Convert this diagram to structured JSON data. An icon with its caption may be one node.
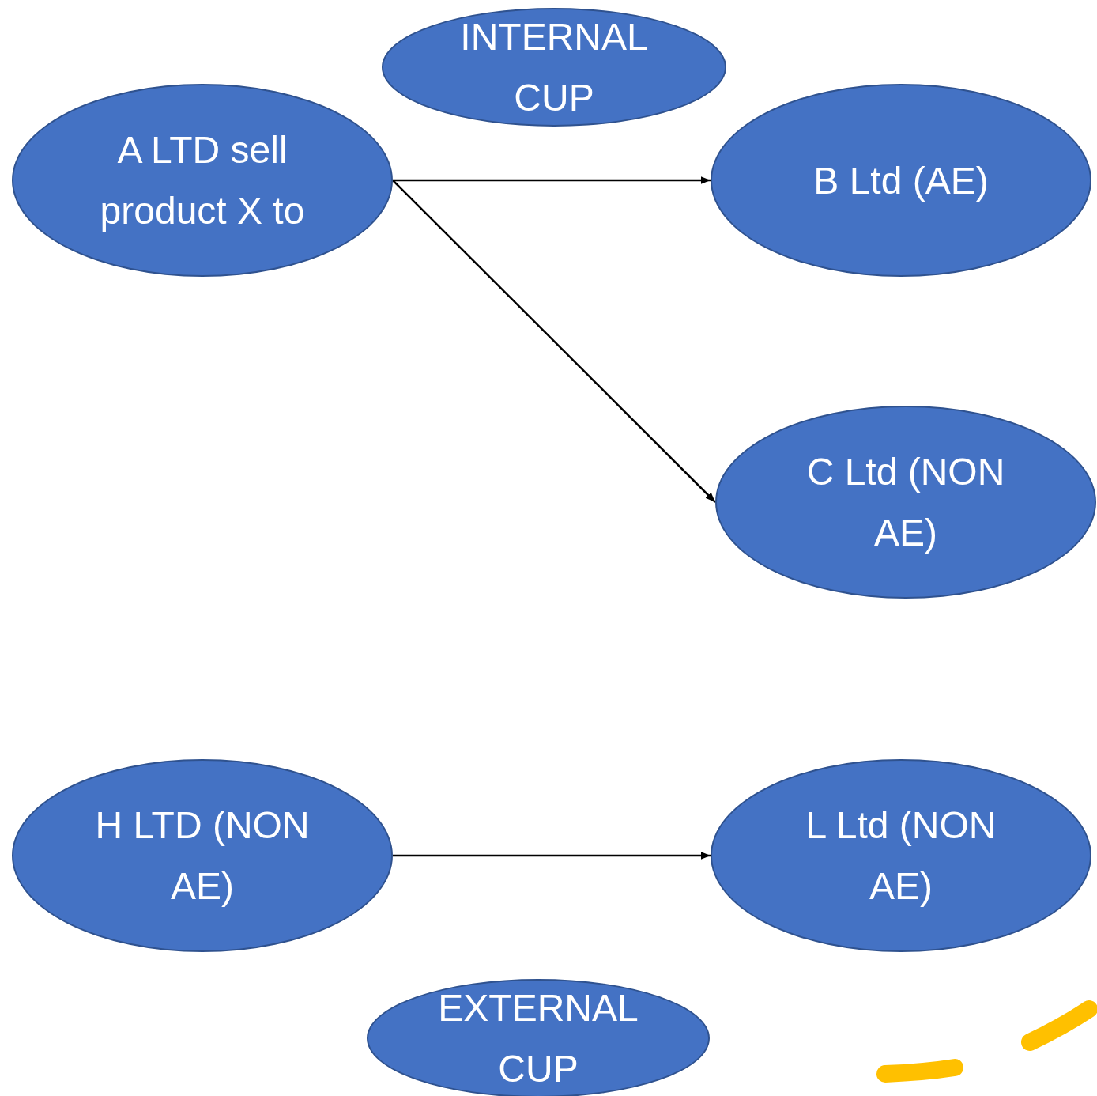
{
  "diagram": {
    "nodes": [
      {
        "text": [
          "INTERNAL CUP"
        ]
      },
      {
        "text": [
          "A LTD sell product X to"
        ]
      },
      {
        "text": [
          "B Ltd (AE)"
        ]
      },
      {
        "text": [
          "C Ltd (NON AE)"
        ]
      },
      {
        "text": [
          "H LTD (NON AE)"
        ]
      },
      {
        "text": [
          "L Ltd (NON AE)"
        ]
      },
      {
        "text": [
          "EXTERNAL CUP"
        ]
      }
    ],
    "edges": [
      {
        "from": 1,
        "to": 2,
        "arrow": "to"
      },
      {
        "from": 1,
        "to": 3,
        "arrow": "to"
      },
      {
        "from": 4,
        "to": 5,
        "arrow": "to"
      }
    ]
  }
}
